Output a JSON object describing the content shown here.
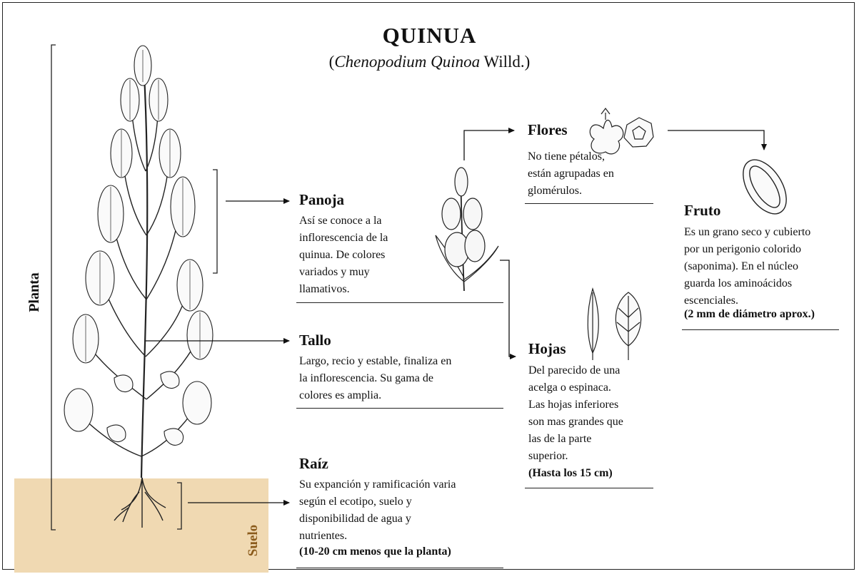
{
  "title": "QUINUA",
  "subtitle": {
    "open": "(",
    "italic": "Chenopodium Quinoa",
    "rest": " Willd.)"
  },
  "side_labels": {
    "plant": "Planta",
    "soil": "Suelo"
  },
  "parts": {
    "panoja": {
      "title": "Panoja",
      "description": "Así se conoce a la\ninflorescencia de la\nquinua. De colores\nvariados y muy\nllamativos."
    },
    "tallo": {
      "title": "Tallo",
      "description": "Largo, recio y estable, finaliza en\nla inflorescencia. Su gama de\ncolores es amplia."
    },
    "raiz": {
      "title": "Raíz",
      "description": "Su expanción y ramificación varia\nsegún el ecotipo, suelo y\ndisponibilidad de agua y\nnutrientes.",
      "note": "(10-20 cm menos que la planta)"
    },
    "flores": {
      "title": "Flores",
      "description": "No tiene pétalos,\nestán agrupadas en\nglomérulos."
    },
    "fruto": {
      "title": "Fruto",
      "description": "Es un grano seco y cubierto\npor un perigonio colorido\n(saponima). En el núcleo\nguarda los aminoácidos\nescenciales.",
      "note": "(2 mm de diámetro aprox.)"
    },
    "hojas": {
      "title": "Hojas",
      "description": "Del parecido de una\nacelga o espinaca.\nLas hojas inferiores\nson mas grandes que\nlas de la parte\nsuperior.",
      "note": "(Hasta los 15 cm)"
    }
  },
  "colors": {
    "soil": "#f0d9b2",
    "soil_label": "#8a5a1a",
    "ink": "#111111"
  },
  "icons": [
    "quinoa-plant-illustration",
    "panicle-illustration",
    "flower-bud-icon",
    "flower-open-icon",
    "grain-icon",
    "narrow-leaf-icon",
    "broad-leaf-icon"
  ]
}
